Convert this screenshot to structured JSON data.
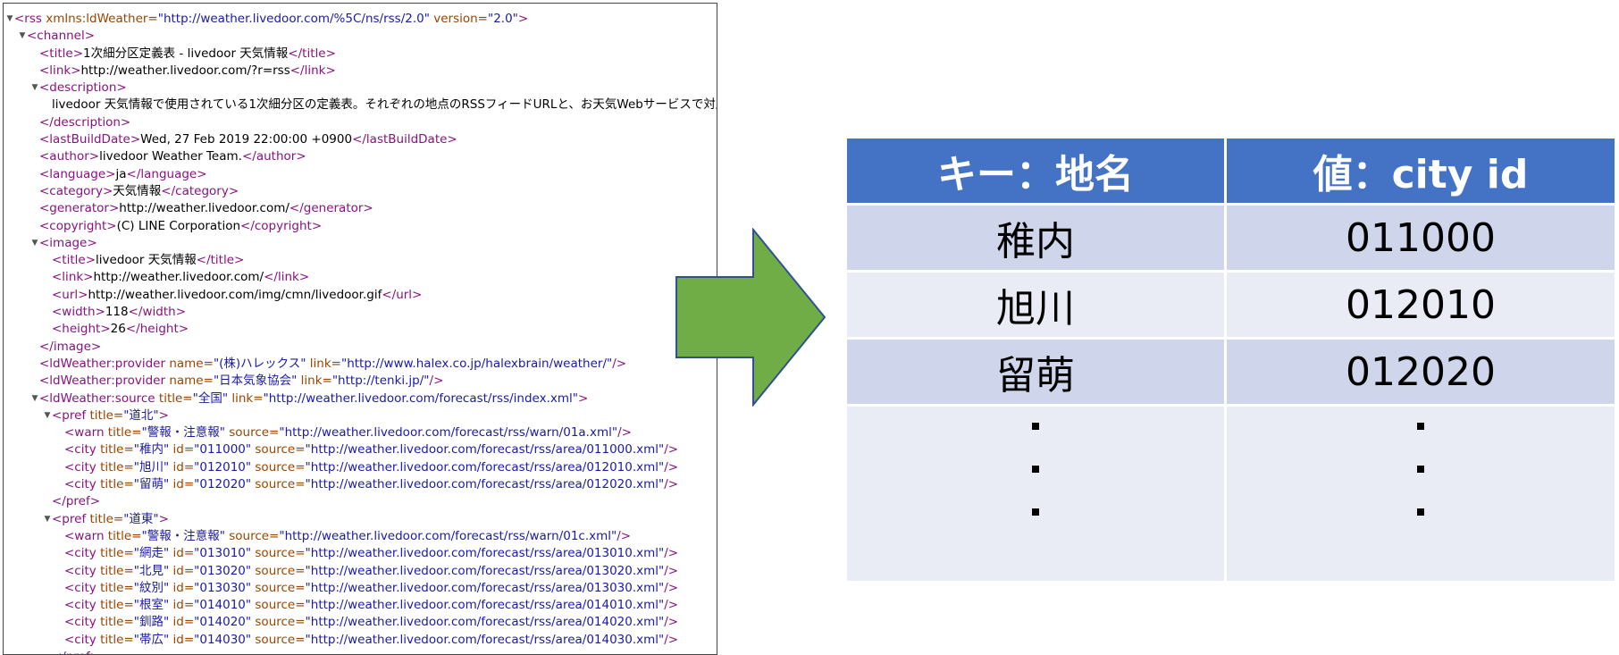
{
  "xml": {
    "lines": [
      {
        "indent": 0,
        "toggle": true,
        "parts": [
          [
            "tg",
            "<rss "
          ],
          [
            "an",
            "xmlns:ldWeather="
          ],
          [
            "av",
            "\"http://weather.livedoor.com/%5C/ns/rss/2.0\""
          ],
          [
            "an",
            " version="
          ],
          [
            "av",
            "\"2.0\""
          ],
          [
            "tg",
            ">"
          ]
        ]
      },
      {
        "indent": 1,
        "toggle": true,
        "parts": [
          [
            "tg",
            "<channel>"
          ]
        ]
      },
      {
        "indent": 2,
        "toggle": false,
        "parts": [
          [
            "tg",
            "<title>"
          ],
          [
            "tx",
            "1次細分区定義表 - livedoor 天気情報"
          ],
          [
            "tg",
            "</title>"
          ]
        ]
      },
      {
        "indent": 2,
        "toggle": false,
        "parts": [
          [
            "tg",
            "<link>"
          ],
          [
            "tx",
            "http://weather.livedoor.com/?r=rss"
          ],
          [
            "tg",
            "</link>"
          ]
        ]
      },
      {
        "indent": 2,
        "toggle": true,
        "parts": [
          [
            "tg",
            "<description>"
          ]
        ]
      },
      {
        "indent": 3,
        "toggle": false,
        "parts": [
          [
            "tx",
            "livedoor 天気情報で使用されている1次細分区の定義表。それぞれの地点のRSSフィードURLと、お天気Webサービスで対応す"
          ]
        ]
      },
      {
        "indent": 2,
        "toggle": false,
        "parts": [
          [
            "tg",
            "</description>"
          ]
        ]
      },
      {
        "indent": 2,
        "toggle": false,
        "parts": [
          [
            "tg",
            "<lastBuildDate>"
          ],
          [
            "tx",
            "Wed, 27 Feb 2019 22:00:00 +0900"
          ],
          [
            "tg",
            "</lastBuildDate>"
          ]
        ]
      },
      {
        "indent": 2,
        "toggle": false,
        "parts": [
          [
            "tg",
            "<author>"
          ],
          [
            "tx",
            "livedoor Weather Team."
          ],
          [
            "tg",
            "</author>"
          ]
        ]
      },
      {
        "indent": 2,
        "toggle": false,
        "parts": [
          [
            "tg",
            "<language>"
          ],
          [
            "tx",
            "ja"
          ],
          [
            "tg",
            "</language>"
          ]
        ]
      },
      {
        "indent": 2,
        "toggle": false,
        "parts": [
          [
            "tg",
            "<category>"
          ],
          [
            "tx",
            "天気情報"
          ],
          [
            "tg",
            "</category>"
          ]
        ]
      },
      {
        "indent": 2,
        "toggle": false,
        "parts": [
          [
            "tg",
            "<generator>"
          ],
          [
            "tx",
            "http://weather.livedoor.com/"
          ],
          [
            "tg",
            "</generator>"
          ]
        ]
      },
      {
        "indent": 2,
        "toggle": false,
        "parts": [
          [
            "tg",
            "<copyright>"
          ],
          [
            "tx",
            "(C) LINE Corporation"
          ],
          [
            "tg",
            "</copyright>"
          ]
        ]
      },
      {
        "indent": 2,
        "toggle": true,
        "parts": [
          [
            "tg",
            "<image>"
          ]
        ]
      },
      {
        "indent": 3,
        "toggle": false,
        "parts": [
          [
            "tg",
            "<title>"
          ],
          [
            "tx",
            "livedoor 天気情報"
          ],
          [
            "tg",
            "</title>"
          ]
        ]
      },
      {
        "indent": 3,
        "toggle": false,
        "parts": [
          [
            "tg",
            "<link>"
          ],
          [
            "tx",
            "http://weather.livedoor.com/"
          ],
          [
            "tg",
            "</link>"
          ]
        ]
      },
      {
        "indent": 3,
        "toggle": false,
        "parts": [
          [
            "tg",
            "<url>"
          ],
          [
            "tx",
            "http://weather.livedoor.com/img/cmn/livedoor.gif"
          ],
          [
            "tg",
            "</url>"
          ]
        ]
      },
      {
        "indent": 3,
        "toggle": false,
        "parts": [
          [
            "tg",
            "<width>"
          ],
          [
            "tx",
            "118"
          ],
          [
            "tg",
            "</width>"
          ]
        ]
      },
      {
        "indent": 3,
        "toggle": false,
        "parts": [
          [
            "tg",
            "<height>"
          ],
          [
            "tx",
            "26"
          ],
          [
            "tg",
            "</height>"
          ]
        ]
      },
      {
        "indent": 2,
        "toggle": false,
        "parts": [
          [
            "tg",
            "</image>"
          ]
        ]
      },
      {
        "indent": 2,
        "toggle": false,
        "parts": [
          [
            "tg",
            "<ldWeather:provider "
          ],
          [
            "an",
            "name="
          ],
          [
            "av",
            "\"(株)ハレックス\""
          ],
          [
            "an",
            " link="
          ],
          [
            "av",
            "\"http://www.halex.co.jp/halexbrain/weather/\""
          ],
          [
            "tg",
            "/>"
          ]
        ]
      },
      {
        "indent": 2,
        "toggle": false,
        "parts": [
          [
            "tg",
            "<ldWeather:provider "
          ],
          [
            "an",
            "name="
          ],
          [
            "av",
            "\"日本気象協会\""
          ],
          [
            "an",
            " link="
          ],
          [
            "av",
            "\"http://tenki.jp/\""
          ],
          [
            "tg",
            "/>"
          ]
        ]
      },
      {
        "indent": 2,
        "toggle": true,
        "parts": [
          [
            "tg",
            "<ldWeather:source "
          ],
          [
            "an",
            "title="
          ],
          [
            "av",
            "\"全国\""
          ],
          [
            "an",
            " link="
          ],
          [
            "av",
            "\"http://weather.livedoor.com/forecast/rss/index.xml\""
          ],
          [
            "tg",
            ">"
          ]
        ]
      },
      {
        "indent": 3,
        "toggle": true,
        "parts": [
          [
            "tg",
            "<pref "
          ],
          [
            "an",
            "title="
          ],
          [
            "av",
            "\"道北\""
          ],
          [
            "tg",
            ">"
          ]
        ]
      },
      {
        "indent": 4,
        "toggle": false,
        "parts": [
          [
            "tg",
            "<warn "
          ],
          [
            "an",
            "title="
          ],
          [
            "av",
            "\"警報・注意報\""
          ],
          [
            "an",
            " source="
          ],
          [
            "av",
            "\"http://weather.livedoor.com/forecast/rss/warn/01a.xml\""
          ],
          [
            "tg",
            "/>"
          ]
        ]
      },
      {
        "indent": 4,
        "toggle": false,
        "parts": [
          [
            "tg",
            "<city "
          ],
          [
            "an",
            "title="
          ],
          [
            "av",
            "\"稚内\""
          ],
          [
            "an",
            " id="
          ],
          [
            "av",
            "\"011000\""
          ],
          [
            "an",
            " source="
          ],
          [
            "av",
            "\"http://weather.livedoor.com/forecast/rss/area/011000.xml\""
          ],
          [
            "tg",
            "/>"
          ]
        ]
      },
      {
        "indent": 4,
        "toggle": false,
        "parts": [
          [
            "tg",
            "<city "
          ],
          [
            "an",
            "title="
          ],
          [
            "av",
            "\"旭川\""
          ],
          [
            "an",
            " id="
          ],
          [
            "av",
            "\"012010\""
          ],
          [
            "an",
            " source="
          ],
          [
            "av",
            "\"http://weather.livedoor.com/forecast/rss/area/012010.xml\""
          ],
          [
            "tg",
            "/>"
          ]
        ]
      },
      {
        "indent": 4,
        "toggle": false,
        "parts": [
          [
            "tg",
            "<city "
          ],
          [
            "an",
            "title="
          ],
          [
            "av",
            "\"留萌\""
          ],
          [
            "an",
            " id="
          ],
          [
            "av",
            "\"012020\""
          ],
          [
            "an",
            " source="
          ],
          [
            "av",
            "\"http://weather.livedoor.com/forecast/rss/area/012020.xml\""
          ],
          [
            "tg",
            "/>"
          ]
        ]
      },
      {
        "indent": 3,
        "toggle": false,
        "parts": [
          [
            "tg",
            "</pref>"
          ]
        ]
      },
      {
        "indent": 3,
        "toggle": true,
        "parts": [
          [
            "tg",
            "<pref "
          ],
          [
            "an",
            "title="
          ],
          [
            "av",
            "\"道東\""
          ],
          [
            "tg",
            ">"
          ]
        ]
      },
      {
        "indent": 4,
        "toggle": false,
        "parts": [
          [
            "tg",
            "<warn "
          ],
          [
            "an",
            "title="
          ],
          [
            "av",
            "\"警報・注意報\""
          ],
          [
            "an",
            " source="
          ],
          [
            "av",
            "\"http://weather.livedoor.com/forecast/rss/warn/01c.xml\""
          ],
          [
            "tg",
            "/>"
          ]
        ]
      },
      {
        "indent": 4,
        "toggle": false,
        "parts": [
          [
            "tg",
            "<city "
          ],
          [
            "an",
            "title="
          ],
          [
            "av",
            "\"網走\""
          ],
          [
            "an",
            " id="
          ],
          [
            "av",
            "\"013010\""
          ],
          [
            "an",
            " source="
          ],
          [
            "av",
            "\"http://weather.livedoor.com/forecast/rss/area/013010.xml\""
          ],
          [
            "tg",
            "/>"
          ]
        ]
      },
      {
        "indent": 4,
        "toggle": false,
        "parts": [
          [
            "tg",
            "<city "
          ],
          [
            "an",
            "title="
          ],
          [
            "av",
            "\"北見\""
          ],
          [
            "an",
            " id="
          ],
          [
            "av",
            "\"013020\""
          ],
          [
            "an",
            " source="
          ],
          [
            "av",
            "\"http://weather.livedoor.com/forecast/rss/area/013020.xml\""
          ],
          [
            "tg",
            "/>"
          ]
        ]
      },
      {
        "indent": 4,
        "toggle": false,
        "parts": [
          [
            "tg",
            "<city "
          ],
          [
            "an",
            "title="
          ],
          [
            "av",
            "\"紋別\""
          ],
          [
            "an",
            " id="
          ],
          [
            "av",
            "\"013030\""
          ],
          [
            "an",
            " source="
          ],
          [
            "av",
            "\"http://weather.livedoor.com/forecast/rss/area/013030.xml\""
          ],
          [
            "tg",
            "/>"
          ]
        ]
      },
      {
        "indent": 4,
        "toggle": false,
        "parts": [
          [
            "tg",
            "<city "
          ],
          [
            "an",
            "title="
          ],
          [
            "av",
            "\"根室\""
          ],
          [
            "an",
            " id="
          ],
          [
            "av",
            "\"014010\""
          ],
          [
            "an",
            " source="
          ],
          [
            "av",
            "\"http://weather.livedoor.com/forecast/rss/area/014010.xml\""
          ],
          [
            "tg",
            "/>"
          ]
        ]
      },
      {
        "indent": 4,
        "toggle": false,
        "parts": [
          [
            "tg",
            "<city "
          ],
          [
            "an",
            "title="
          ],
          [
            "av",
            "\"釧路\""
          ],
          [
            "an",
            " id="
          ],
          [
            "av",
            "\"014020\""
          ],
          [
            "an",
            " source="
          ],
          [
            "av",
            "\"http://weather.livedoor.com/forecast/rss/area/014020.xml\""
          ],
          [
            "tg",
            "/>"
          ]
        ]
      },
      {
        "indent": 4,
        "toggle": false,
        "parts": [
          [
            "tg",
            "<city "
          ],
          [
            "an",
            "title="
          ],
          [
            "av",
            "\"帯広\""
          ],
          [
            "an",
            " id="
          ],
          [
            "av",
            "\"014030\""
          ],
          [
            "an",
            " source="
          ],
          [
            "av",
            "\"http://weather.livedoor.com/forecast/rss/area/014030.xml\""
          ],
          [
            "tg",
            "/>"
          ]
        ]
      },
      {
        "indent": 3,
        "toggle": false,
        "parts": [
          [
            "tg",
            "</pref>"
          ]
        ]
      }
    ]
  },
  "colors": {
    "arrow_fill": "#70ad47",
    "arrow_stroke": "#2f528f",
    "header_bg": "#4472c4",
    "row_odd": "#cfd5ea",
    "row_even": "#e9ebf5"
  },
  "table": {
    "header_key": "キー：地名",
    "header_value": "値：city id",
    "rows": [
      {
        "key": "稚内",
        "value": "011000"
      },
      {
        "key": "旭川",
        "value": "012010"
      },
      {
        "key": "留萌",
        "value": "012020"
      }
    ]
  }
}
